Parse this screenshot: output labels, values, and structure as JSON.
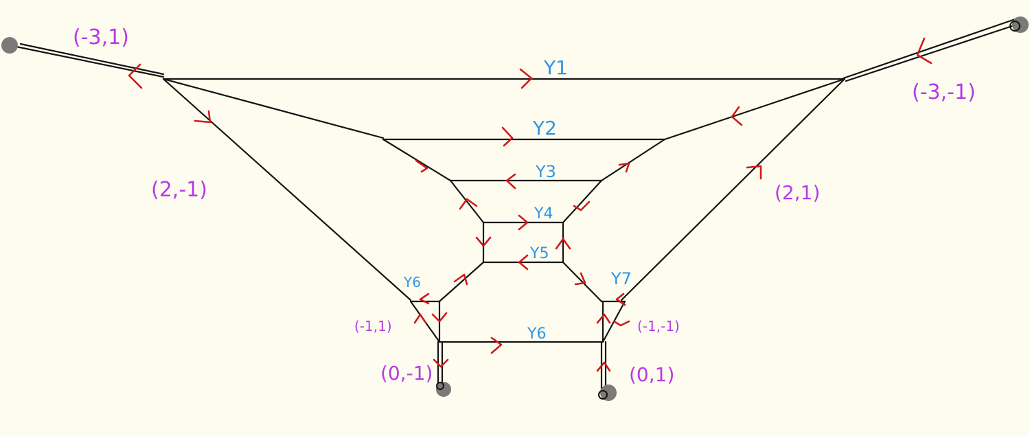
{
  "weights": {
    "top_left": "(-3,1)",
    "top_right": "(-3,-1)",
    "mid_left": "(2,-1)",
    "mid_right": "(2,1)",
    "low_left": "(-1,1)",
    "low_right": "(-1,-1)",
    "bottom_left": "(0,-1)",
    "bottom_right": "(0,1)"
  },
  "cycles": {
    "y1": "Y1",
    "y2": "Y2",
    "y3": "Y3",
    "y4": "Y4",
    "y5": "Y5",
    "y6": "Y6",
    "y7": "Y7",
    "y8": "Y6"
  },
  "colors": {
    "background": "#fdfcee",
    "edges": "#141414",
    "arrows": "#d0191b",
    "weight_labels": "#b73ae8",
    "cycle_labels": "#2f95e6",
    "endpoints": "#7a7a78"
  }
}
